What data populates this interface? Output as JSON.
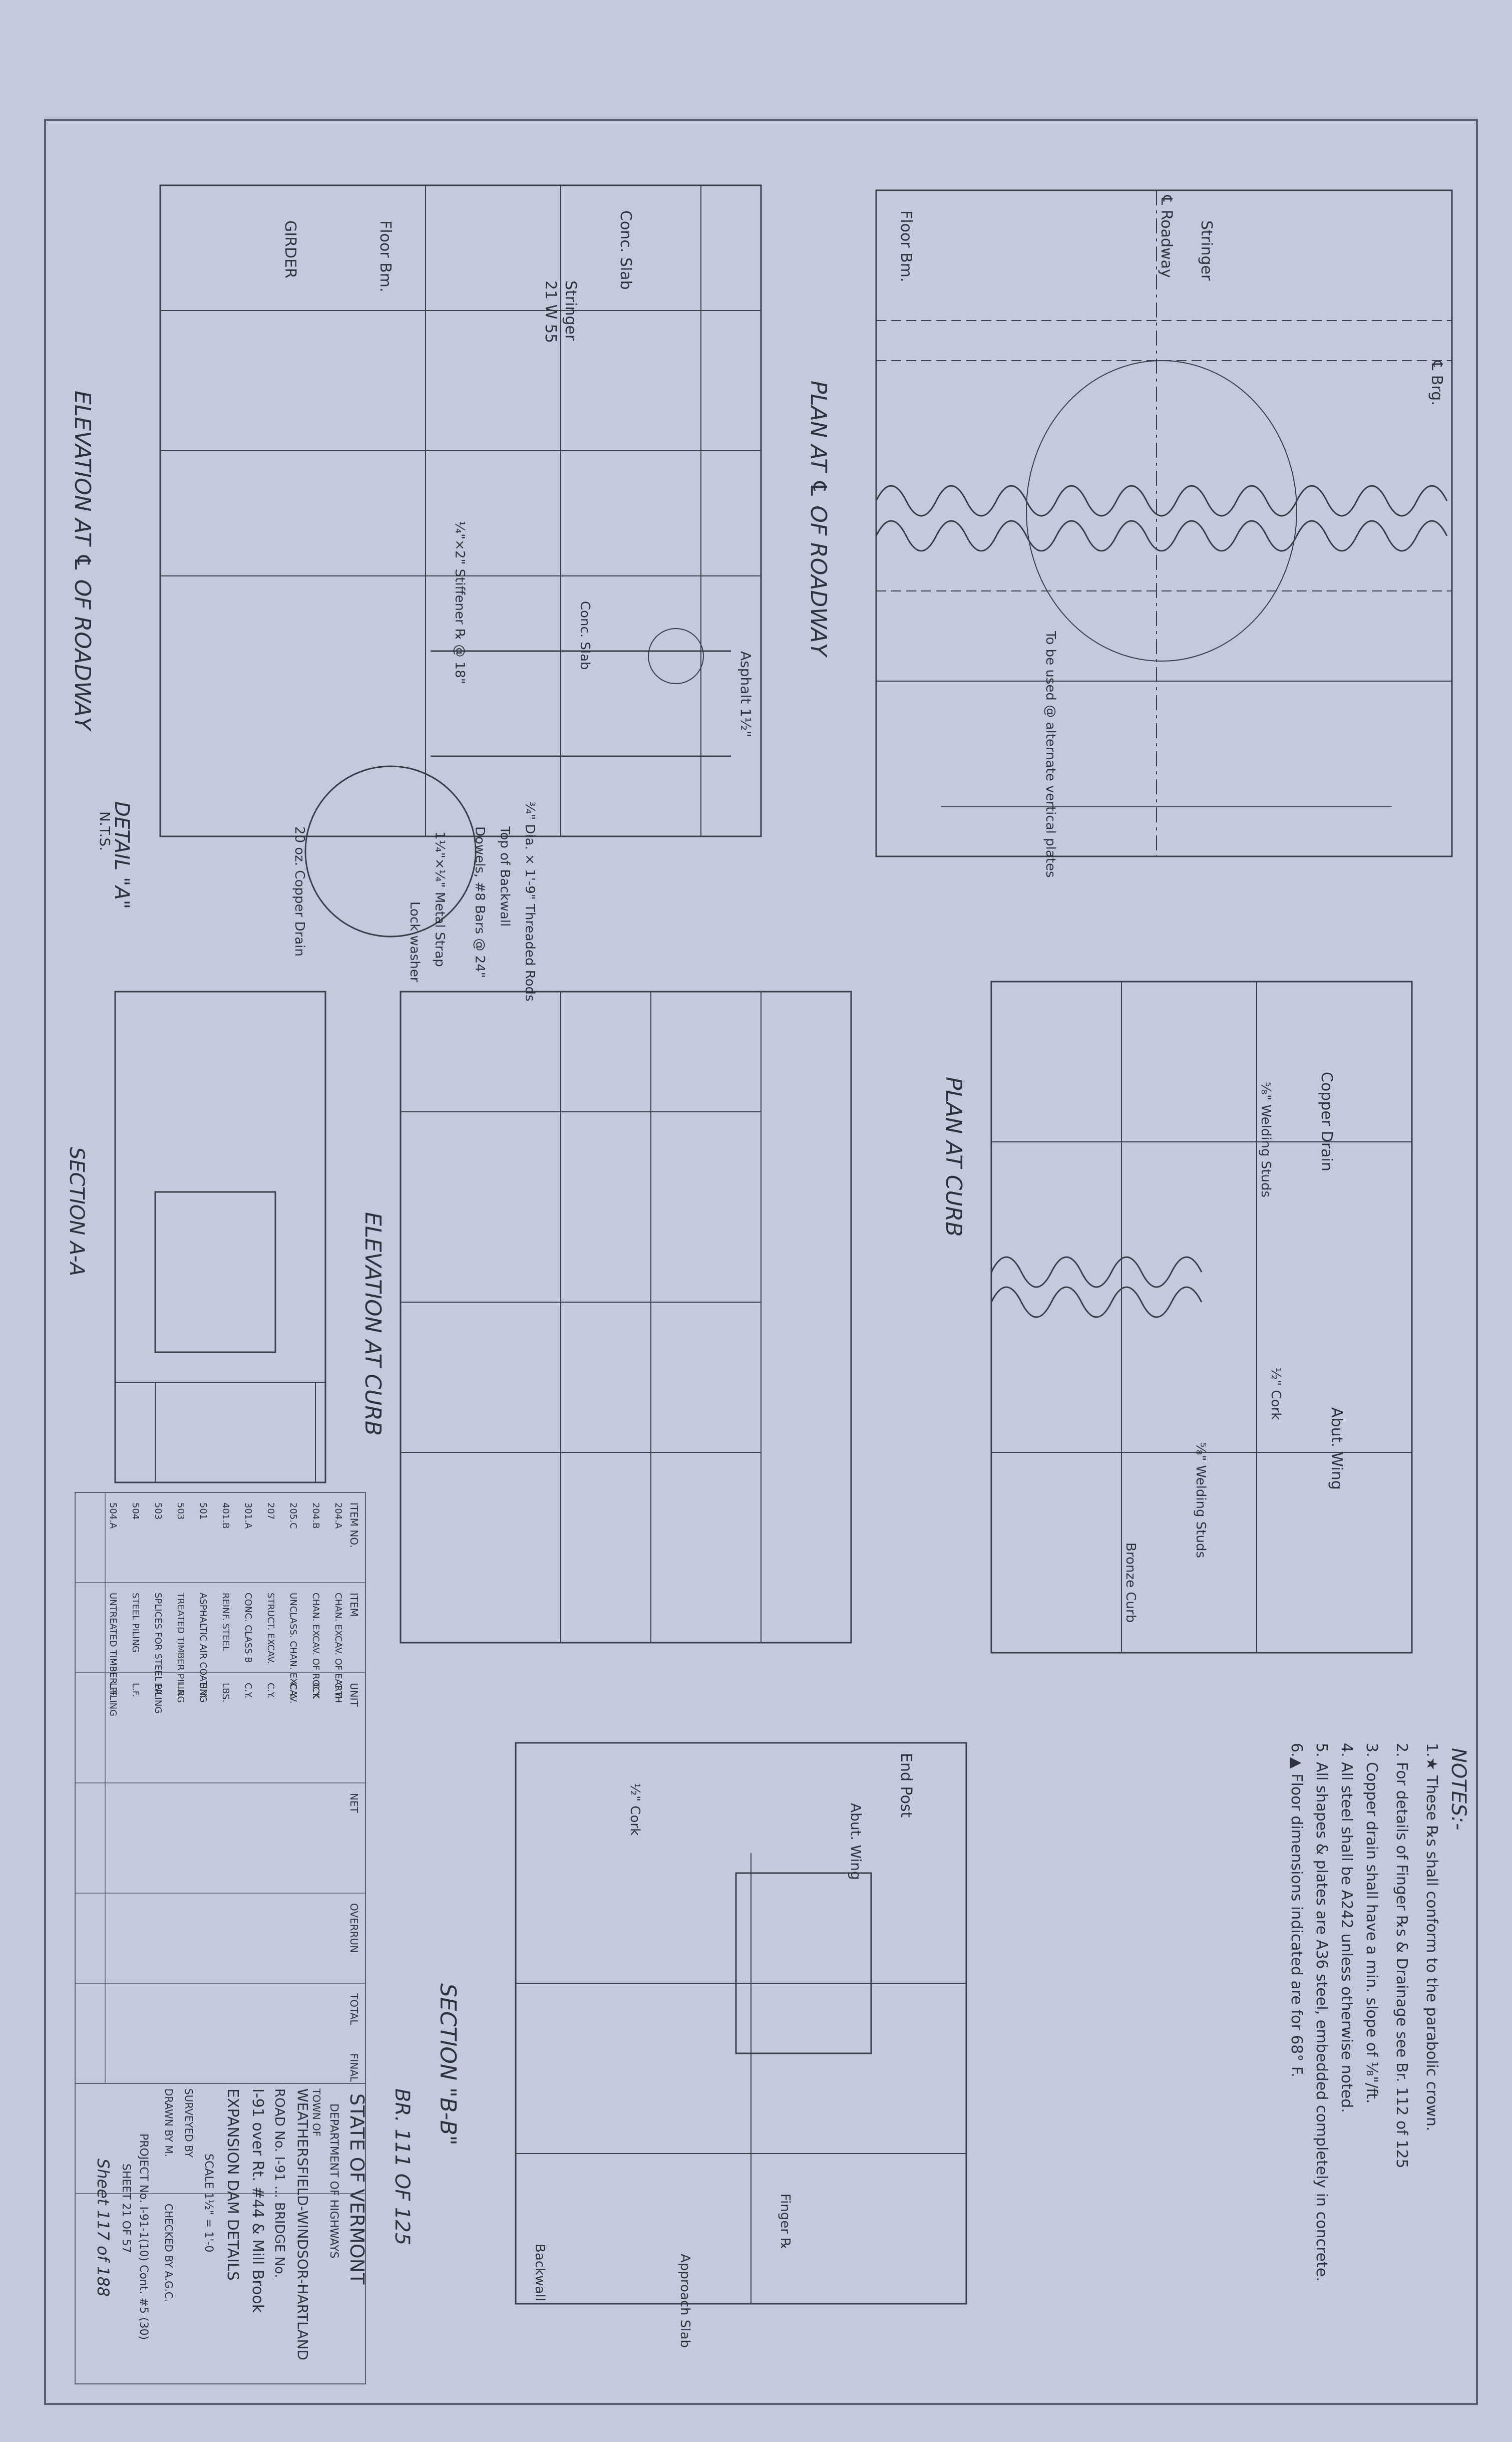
{
  "views": {
    "elev_roadway": "ELEVATION AT ℄ OF ROADWAY",
    "plan_roadway": "PLAN AT ℄ OF ROADWAY",
    "plan_curb": "PLAN AT CURB",
    "elev_curb": "ELEVATION AT CURB",
    "detail_a": "DETAIL \"A\"",
    "detail_a_nts": "N.T.S.",
    "section_aa": "SECTION A-A",
    "section_bb": "SECTION \"B-B\""
  },
  "labels": {
    "floor_bm": "Floor Bm.",
    "girder": "GIRDER",
    "conc_slab": "Conc. Slab",
    "stringer": "Stringer",
    "stringer_size": "21 W 55",
    "cl_roadway": "℄ Roadway",
    "cl_brg": "℄ Brg.",
    "copper_drain": "Copper Drain",
    "abut_wing": "Abut. Wing",
    "cork": "½\" Cork",
    "welding_studs": "⅝\" Welding Studs",
    "bronze_curb": "Bronze Curb",
    "end_post": "End Post",
    "finger_pl": "Finger ℞",
    "approach_slab": "Approach Slab",
    "backwall": "Backwall",
    "copper_drain_20oz": "20 oz. Copper Drain",
    "metal_strap": "1¼\"×¼\" Metal Strap",
    "lock_washer": "Lock washer",
    "stiffener": "¼\"×2\" Stiffener ℞ @ 18\"",
    "threaded_rods": "¾\" Dia. × 1'-9\" Threaded Rods",
    "top_backwall": "Top of Backwall",
    "dowels": "Dowels, #8 Bars @ 24\"",
    "vertical_plates": "To be used @ alternate vertical plates",
    "asphalt": "Asphalt 1½\"",
    "conc_slab_b": "Conc. Slab"
  },
  "notes": {
    "heading": "NOTES:-",
    "items": [
      "1.★ These ℞s shall conform to the parabolic crown.",
      "2. For details of Finger ℞s & Drainage see Br. 112 of 125",
      "3. Copper drain shall have a min. slope of ⅛\"/ft.",
      "4. All steel shall be A242 unless otherwise noted.",
      "5. All shapes & plates are A36 steel, embedded completely in concrete.",
      "6.▲ Floor dimensions indicated are for 68° F."
    ]
  },
  "quantities": {
    "headers": [
      "ITEM NO.",
      "ITEM",
      "UNIT",
      "NET",
      "OVERRUN",
      "TOTAL",
      "FINAL"
    ],
    "rows": [
      [
        "204.A",
        "CHAN. EXCAV. OF EARTH",
        "C.Y."
      ],
      [
        "204.B",
        "CHAN. EXCAV. OF ROCK",
        "C.Y."
      ],
      [
        "205.C",
        "UNCLASS. CHAN. EXCAV.",
        "C.Y."
      ],
      [
        "207",
        "STRUCT. EXCAV.",
        "C.Y."
      ],
      [
        "301.A",
        "CONC. CLASS B",
        "C.Y."
      ],
      [
        "401.B",
        "REINF. STEEL",
        "LBS."
      ],
      [
        "501",
        "ASPHALTIC AIR COATING",
        "S.Y."
      ],
      [
        "503",
        "TREATED TIMBER PILING",
        "L.F."
      ],
      [
        "503",
        "SPLICES FOR STEEL PILING",
        "EA."
      ],
      [
        "504",
        "STEEL PILING",
        "L.F."
      ],
      [
        "504.A",
        "UNTREATED TIMBER PILING",
        "L.F."
      ]
    ]
  },
  "title_block": {
    "br_no": "BR. 111 OF 125",
    "state": "STATE OF VERMONT",
    "dept": "DEPARTMENT OF HIGHWAYS",
    "town": "WEATHERSFIELD-WINDSOR-HARTLAND",
    "town_of": "TOWN OF",
    "road": "ROAD No. I-91 ... BRIDGE No.",
    "location": "I-91 over Rt. #44 & Mill Brook",
    "subject": "EXPANSION DAM DETAILS",
    "scale": "SCALE 1½\" = 1'-0",
    "surveyed": "SURVEYED BY",
    "drawn": "DRAWN BY M.",
    "checked": "CHECKED BY A.G.C.",
    "project": "PROJECT No. I-91-1(10) Cont. #5 (30)",
    "sheet": "SHEET 21 OF 57",
    "sheet_total": "Sheet 117 of 188"
  }
}
